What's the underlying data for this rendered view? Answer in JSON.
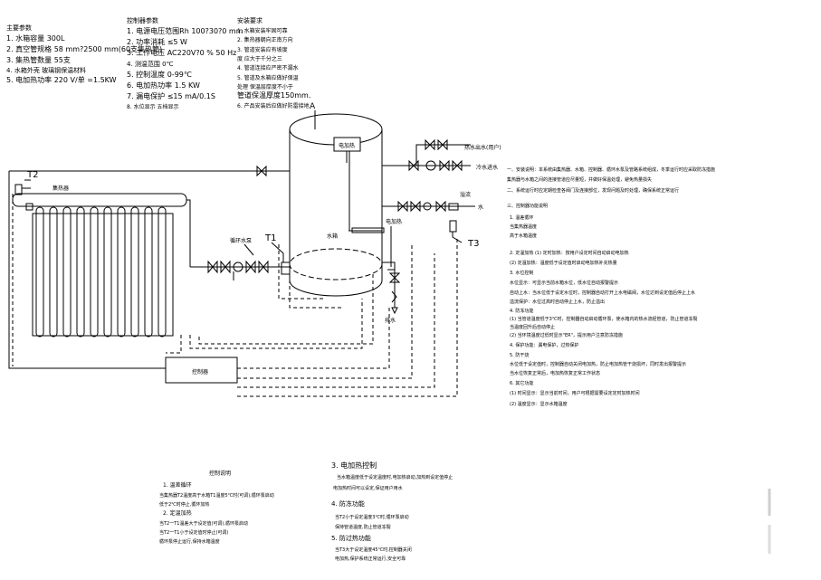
{
  "spec_a": {
    "title": "主要参数",
    "lines": [
      "1. 水箱容量 300L",
      "2. 真空管规格 58  mm?2500  mm(60支集热管)",
      "3. 集热管数量 55支",
      "4. 水箱外壳 玻璃钢保温材料",
      "5. 电加热功率 220    V/单 =1.5KW"
    ]
  },
  "spec_b": {
    "title": "控制器参数",
    "lines": [
      "1. 电源电压范围Rh 100?30?0           mm",
      "2. 功率消耗 ≤5    W",
      "3. 工作电压        AC220V?0    % 50 Hz",
      "4. 测温范围 0℃",
      "5. 控制温度 0-99℃",
      "6. 电加热功率 1.5        KW",
      "7. 漏电保护 ≤15     mA/0.1S",
      "8. 水位显示 五档显示"
    ]
  },
  "spec_c": {
    "title": "安装要求",
    "lines": [
      "1. 水箱安装牢固可靠",
      "2. 集热器朝向正南方向",
      "3. 管道安装应有坡度",
      "   度  应大于千分之三",
      "4. 管道连接应严密不漏水",
      "5. 管道及水箱应做好保温",
      "   处理  保温层厚度不小于",
      "   管道保温厚度150mm.",
      "6. 产品安装后应做好防雷接地"
    ]
  },
  "labels": {
    "t2": "T2",
    "t1": "T1",
    "t3": "T3",
    "collector": "集热器",
    "pump": "循环水泵",
    "controller": "控制器",
    "tank_top": "电加热",
    "tank": "水箱",
    "heater": "电加热",
    "hot_out": "热水出水(用户)",
    "cold_in": "冷水进水",
    "overflow": "溢流",
    "drain": "排水",
    "a": "A"
  },
  "notes": {
    "lines": [
      "一、安装说明：本系统由集热器、水箱、控制器、循环水泵及管路系统组成，冬季运行时应采取防冻措施",
      "    集热器与水箱之间的连接管道应尽量短，并做好保温处理，避免热量损失",
      "二、系统运行时应定期检查各阀门及连接部位，发现问题及时处理，确保系统正常运行",
      "三、控制器功能说明",
      "1. 温差循环",
      "  当集热器温度",
      "  高于水箱温度",
      "2. 定温加热   (1) 定时加热：按用户设定时间自动启动电加热",
      "(2) 定温加热：温度低于设定值时启动电加热补充热量",
      "3. 水位控制",
      "  水位显示：可显示当前水箱水位，低水位自动报警提示",
      "  自动上水：当水位低于设定水位时，控制器自动打开上水电磁阀，水位达到设定值后停止上水",
      "  溢流保护：水位过高时自动停止上水，防止溢出",
      "4. 防冻功能",
      "(1) 当管道温度低于3℃时，控制器自动启动循环泵，使水箱内的热水流经管道，防止管道冻裂",
      "   当温度回升后自动停止",
      "(2) 当环境温度过低时显示\"ER\"，提示用户注意防冻措施",
      "4. 保护功能：漏电保护，过热保护",
      "5. 防干烧",
      "   水位低于设定值时，控制器自动关闭电加热，防止电加热管干烧损坏，同时发出报警提示",
      "   当水位恢复正常后，电加热恢复正常工作状态",
      "6. 其它功能",
      "(1) 时间显示：显示当前时间，用户可根据需要设定定时加热时间",
      "(2) 温度显示：显示水箱温度"
    ]
  },
  "bottom_left": {
    "title": "控制说明",
    "lines": [
      "1. 温差循环",
      "当集热器T2温度高于水箱T1温度5℃时(可调),循环泵启动",
      "低于2℃时停止,循环加热",
      "2. 定温加热",
      "当T2一T1温差大于设定值(可调),循环泵启动",
      "当T2一T1小于设定值时停止(可调)",
      "循环泵停止运行,保持水箱温度"
    ]
  },
  "bottom_right": {
    "title": "3. 电加热控制",
    "lines": [
      "当水箱温度低于设定温度时,电加热启动,加热到设定值停止",
      "电加热时间可以设定,保证用户用水",
      "4. 防冻功能",
      "当T2小于设定温度3℃时,循环泵启动",
      "保持管道温度,防止管道冻裂",
      "5. 防过热功能",
      "当T3大于设定温度45℃时,控制器关闭",
      "电加热,保护系统正常运行,安全可靠"
    ]
  }
}
